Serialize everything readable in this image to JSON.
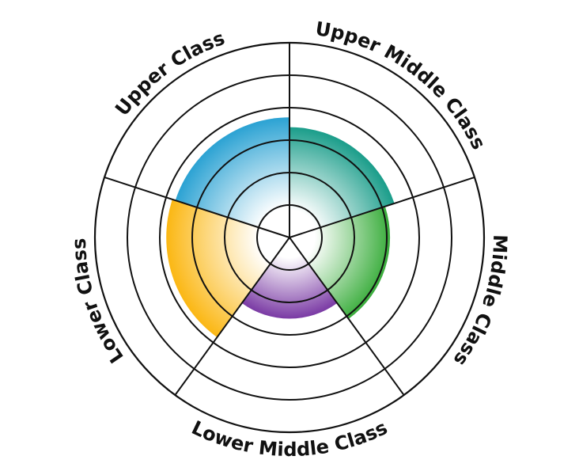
{
  "chart_data": {
    "type": "polar-area",
    "title": "",
    "categories": [
      "Upper Class",
      "Upper Middle Class",
      "Middle Class",
      "Lower Middle Class",
      "Lower Class"
    ],
    "values": [
      3.7,
      3.4,
      3.1,
      2.5,
      3.8
    ],
    "rlim": [
      0,
      6
    ],
    "grid_rings": [
      1,
      2,
      3,
      4,
      5,
      6
    ],
    "colors": [
      "#2ba2d3",
      "#1a9d8a",
      "#3aad3c",
      "#7a3aa4",
      "#fbb713"
    ]
  }
}
